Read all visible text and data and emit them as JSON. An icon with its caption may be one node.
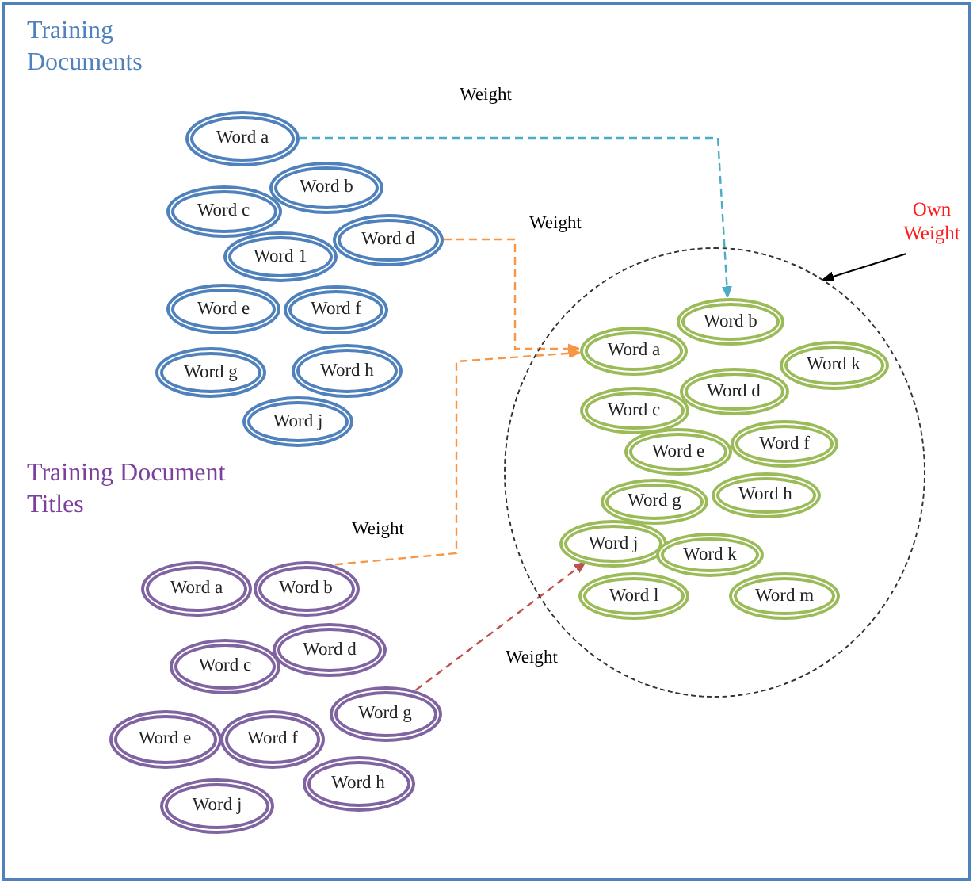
{
  "diagram": {
    "nodes": [
      {
        "text": [
          "Word a"
        ]
      },
      {
        "text": [
          "Word b"
        ]
      },
      {
        "text": [
          "Word c"
        ]
      },
      {
        "text": [
          "Word 1"
        ]
      },
      {
        "text": [
          "Word d"
        ]
      },
      {
        "text": [
          "Word e"
        ]
      },
      {
        "text": [
          "Word f"
        ]
      },
      {
        "text": [
          "Word g"
        ]
      },
      {
        "text": [
          "Word h"
        ]
      },
      {
        "text": [
          "Word j"
        ]
      },
      {
        "text": [
          "Own Weight"
        ]
      },
      {
        "text": [],
        "shape": "circle"
      },
      {
        "text": [
          "Word b"
        ],
        "in": 11
      },
      {
        "text": [
          "Word a"
        ],
        "in": 11
      },
      {
        "text": [
          "Word k"
        ],
        "in": 11
      },
      {
        "text": [
          "Word d"
        ],
        "in": 11
      },
      {
        "text": [
          "Word c"
        ],
        "in": 11
      },
      {
        "text": [
          "Word e"
        ],
        "in": 11
      },
      {
        "text": [
          "Word f"
        ],
        "in": 11
      },
      {
        "text": [
          "Word g"
        ],
        "in": 11
      },
      {
        "text": [
          "Word h"
        ],
        "in": 11
      },
      {
        "text": [
          "Word j"
        ],
        "in": 11
      },
      {
        "text": [
          "Word k"
        ],
        "in": 11
      },
      {
        "text": [
          "Word l"
        ],
        "in": 11
      },
      {
        "text": [
          "Word m"
        ],
        "in": 11
      },
      {
        "text": [
          "Word a"
        ]
      },
      {
        "text": [
          "Word b"
        ]
      },
      {
        "text": [
          "Word c"
        ]
      },
      {
        "text": [
          "Word d"
        ]
      },
      {
        "text": [
          "Word e"
        ]
      },
      {
        "text": [
          "Word f"
        ]
      },
      {
        "text": [
          "Word g"
        ]
      },
      {
        "text": [
          "Word h"
        ]
      },
      {
        "text": [
          "Word j"
        ]
      }
    ],
    "edges": [
      {
        "from": 0,
        "to": 12,
        "arrow": "to",
        "label": "Weight",
        "style": "dashed",
        "color": "#4bacc6"
      },
      {
        "from": 4,
        "to": 13,
        "arrow": "to",
        "label": "Weight",
        "style": "dashed",
        "color": "#f79646"
      },
      {
        "from": 26,
        "to": 13,
        "arrow": "to",
        "label": "Weight",
        "style": "dashed",
        "color": "#f79646"
      },
      {
        "from": 31,
        "to": 21,
        "arrow": "to",
        "label": "Weight",
        "style": "dashed",
        "color": "#c0504d"
      },
      {
        "from": 10,
        "to": 11,
        "arrow": "to",
        "color": "#000000"
      }
    ],
    "labels": [
      "Training Documents",
      "Training Document Titles"
    ]
  }
}
